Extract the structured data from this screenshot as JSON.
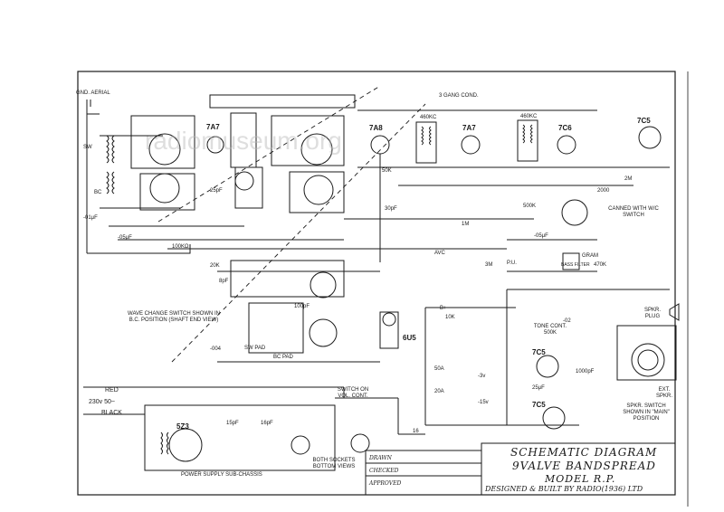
{
  "title_block": {
    "line1": "SCHEMATIC DIAGRAM",
    "line2": "9VALVE BANDSPREAD",
    "model": "MODEL R.P.",
    "credit": "DESIGNED & BUILT BY RADIO(1936) LTD",
    "drawn_label": "DRAWN",
    "checked_label": "CHECKED",
    "approved_label": "APPROVED"
  },
  "watermark": "radiomuseum.org",
  "tubes": [
    "7A7",
    "7A8",
    "7A7",
    "7C6",
    "7C5",
    "6U5",
    "7C5",
    "7C5",
    "5Z3"
  ],
  "labels": {
    "aerial": "GND. AERIAL",
    "gang": "3 GANG COND.",
    "if1": "460KC",
    "if2": "460KC",
    "sw": "SW",
    "bc": "BC",
    "cap_01a": "-01μF",
    "cap_05a": "-05μF",
    "res_100k": "100KΩ",
    "res_20k": "20K",
    "cap_8pf": "8pF",
    "cap_30pf": "30pF",
    "cap_25pf": "25pF",
    "res_50k": "50K",
    "res_1m": "1M",
    "avc": "AVC",
    "res_3m": "3M",
    "canned": "CANNED WITH W/C SWITCH",
    "wave_switch": "WAVE CHANGE SWITCH SHOWN IN B.C. POSITION (SHAFT END VIEW)",
    "sw_pad": "SW PAD",
    "bc_pad": "BC PAD",
    "cap_004": "-004",
    "cap_100pf": "100pF",
    "tone": "TONE CONT. 500K",
    "speaker_plug": "SPKR. PLUG",
    "ext_speaker": "EXT. SPKR.",
    "spkr_switch": "SPKR. SWITCH SHOWN IN \"MAIN\" POSITION",
    "red": "RED",
    "black": "BLACK",
    "mains": "230v 50~",
    "switch_on_vol": "SWITCH ON VOL. CONT.",
    "both_sockets": "BOTH SOCKETS BOTTOM VIEWS",
    "power_supply": "POWER SUPPLY SUB-CHASSIS",
    "minus_3v": "-3v",
    "minus_15v": "-15v",
    "b_plus": "B+",
    "gram": "GRAM",
    "pu": "P.U.",
    "cap_05b": "-05μF",
    "cap_1000pf": "1000pF",
    "res_10k": "10K",
    "cap_16": "16",
    "res_2000": "2000",
    "res_20m": "2M",
    "cap_25uf": "25μF",
    "res_500k": "500K",
    "cap_02": "-02",
    "res_470k": "470K",
    "filter": "BASS FILTER",
    "cap_15pf": "15pF",
    "cap_16pf": "16pF",
    "res_50a": "50A",
    "res_20a": "20A"
  }
}
